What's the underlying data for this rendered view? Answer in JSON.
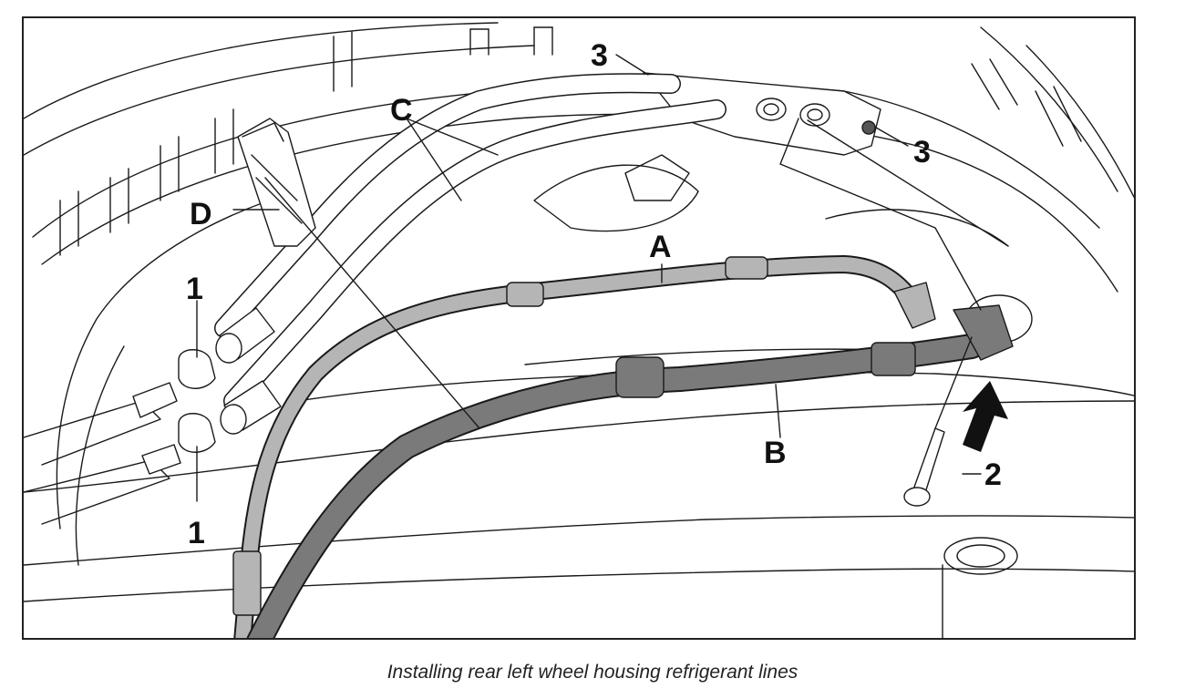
{
  "figure": {
    "caption": "Installing rear left wheel housing refrigerant lines",
    "callouts": {
      "a": "A",
      "b": "B",
      "c": "C",
      "d": "D",
      "n1_top": "1",
      "n1_bottom": "1",
      "n2": "2",
      "n3_left": "3",
      "n3_right": "3"
    },
    "colors": {
      "line_art": "#1a1a1a",
      "line_a_fill": "#b5b5b5",
      "line_b_fill": "#7a7a7a",
      "arrow": "#111111"
    }
  }
}
